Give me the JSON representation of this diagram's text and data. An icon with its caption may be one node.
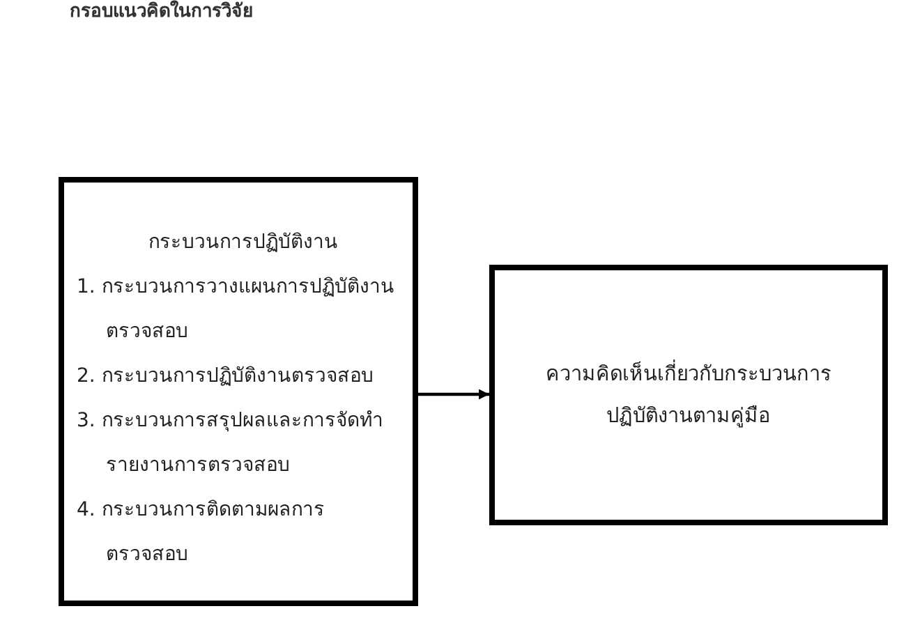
{
  "diagram": {
    "title": "กรอบแนวคิดในการวิจัย",
    "nodes": [
      {
        "text": [
          "กระบวนการปฏิบัติงาน",
          "1. กระบวนการวางแผนการปฏิบัติงานตรวจสอบ",
          "2. กระบวนการปฏิบัติงานตรวจสอบ",
          "3. กระบวนการสรุปผลและการจัดทำรายงานการตรวจสอบ",
          "4. กระบวนการติดตามผลการตรวจสอบ"
        ]
      },
      {
        "text": [
          "ความคิดเห็นเกี่ยวกับกระบวนการปฏิบัติงานตามคู่มือ"
        ]
      }
    ],
    "edges": [
      {
        "from": 0,
        "to": 1,
        "arrow": "to"
      }
    ]
  }
}
